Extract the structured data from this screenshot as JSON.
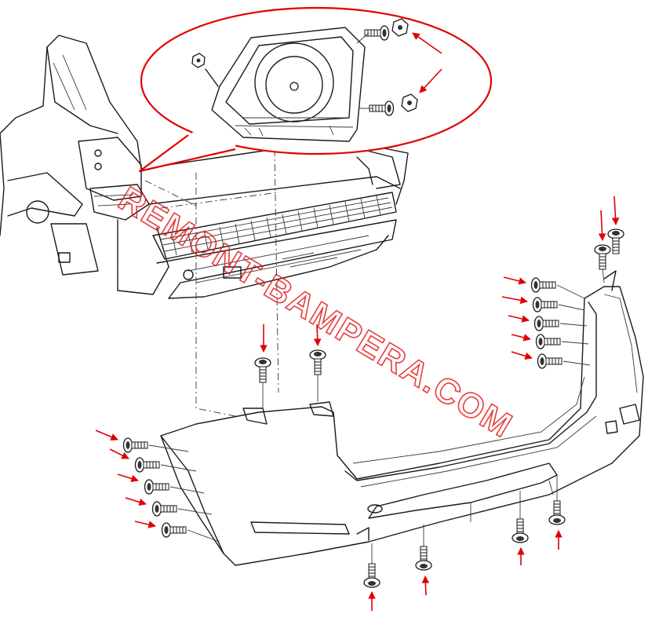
{
  "watermark": {
    "text": "REMONT-BAMPERA.COM",
    "color": "#e31b1b"
  },
  "colors": {
    "line": "#1a1a1a",
    "arrow": "#e00000",
    "callout": "#e00000",
    "background": "#ffffff"
  },
  "parts": {
    "callout": "fog-light-detail",
    "vehicle": "vehicle-rear-body",
    "bumper": "rear-bumper-cover",
    "fasteners": "bolt-icon"
  }
}
